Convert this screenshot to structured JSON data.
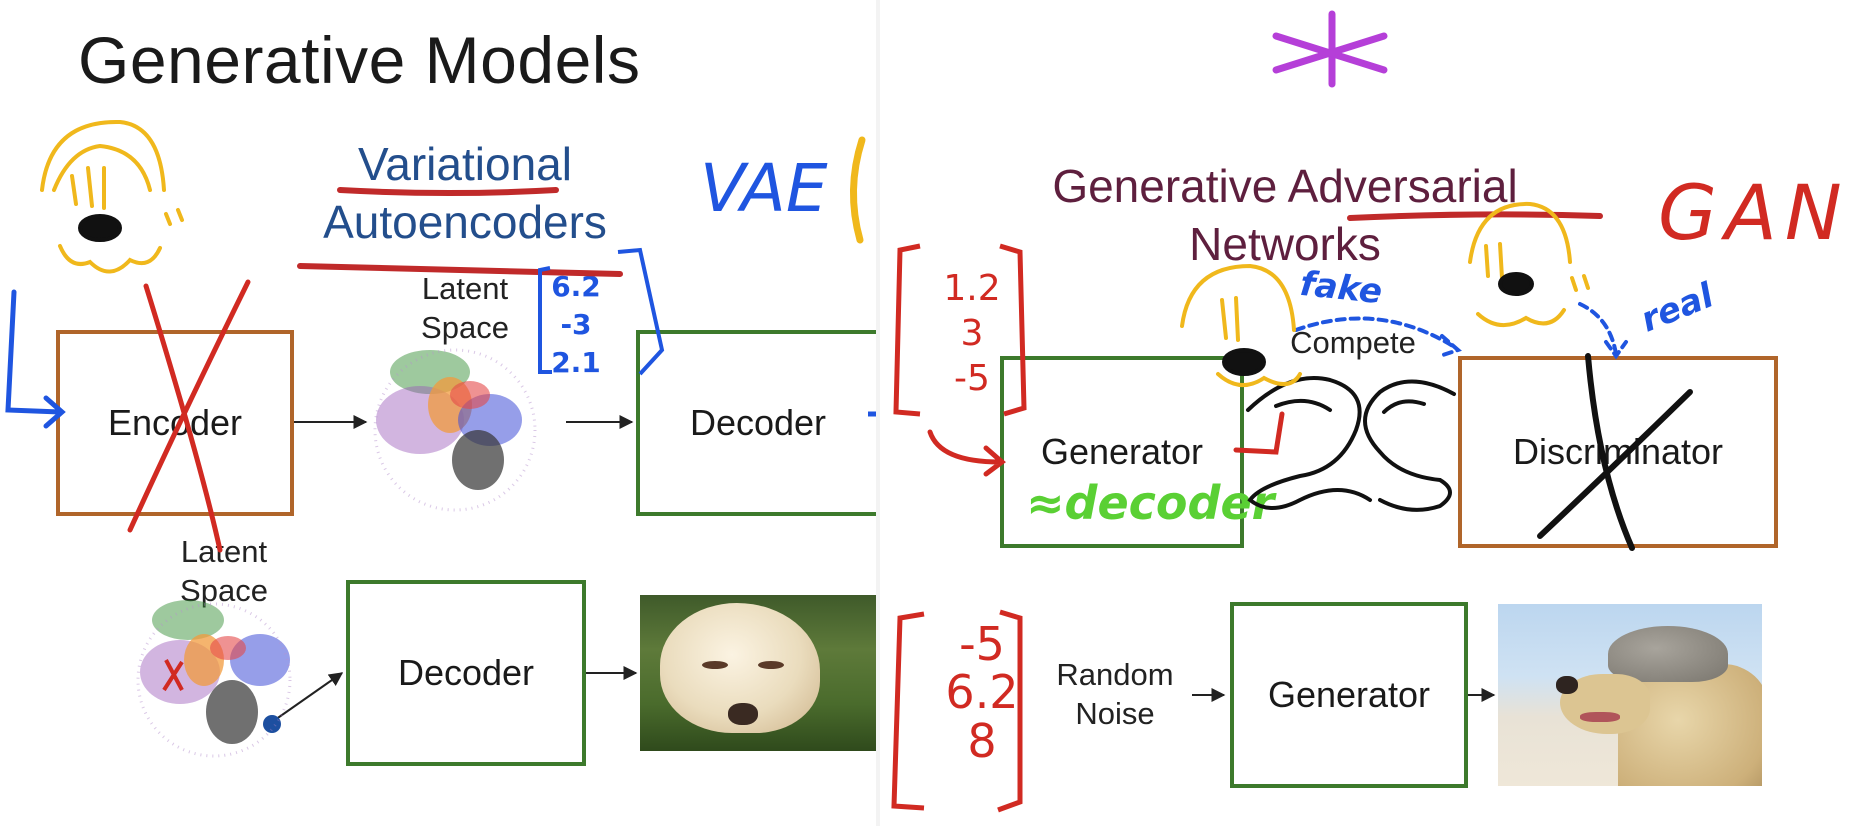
{
  "left": {
    "title": "Generative Models",
    "heading_line1": "Variational",
    "heading_line2": "Autoencoders",
    "annotation_vae": "VAE",
    "vector_1": "6.2",
    "vector_2": "-3",
    "vector_3": "2.1",
    "latent_top": "Latent\nSpace",
    "latent_bottom": "Latent\nSpace",
    "encoder_label": "Encoder",
    "decoder_label": "Decoder",
    "decoder_bottom_label": "Decoder"
  },
  "right": {
    "heading_line1": "Generative Adversarial",
    "heading_line2": "Networks",
    "annotation_gan": "GAN",
    "vector_1": "1.2",
    "vector_2": "3",
    "vector_3": "-5",
    "fake_label": "fake",
    "real_label": "real",
    "compete_label": "Compete",
    "generator_label": "Generator",
    "discriminator_label": "Discriminator",
    "decoder_note": "≈decoder",
    "noise_1": "-5",
    "noise_2": "6.2",
    "noise_3": "8",
    "random_noise": "Random\nNoise",
    "generator_bottom_label": "Generator"
  },
  "colors": {
    "box_brown": "#b0652a",
    "box_green": "#3d7a2c",
    "heading_blue": "#234e8c",
    "heading_plum": "#5e1f3e",
    "ink_red": "#d12a22",
    "ink_blue": "#1f55e0",
    "ink_yellow": "#f0b81c",
    "ink_green": "#5ad034",
    "ink_purple": "#b53fd8",
    "ink_black": "#111111"
  }
}
